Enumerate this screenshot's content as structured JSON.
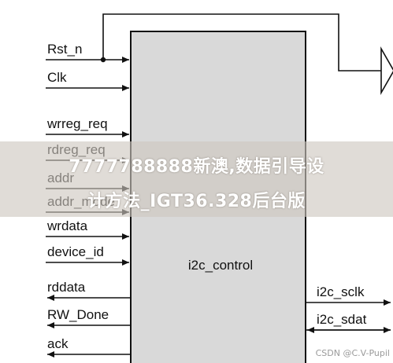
{
  "diagram": {
    "block": {
      "label": "i2c_control",
      "fill": "#d9d9d9"
    },
    "inputs": [
      {
        "id": "rst_n",
        "label": "Rst_n"
      },
      {
        "id": "clk",
        "label": "Clk"
      },
      {
        "id": "wrreg_req",
        "label": "wrreg_req"
      },
      {
        "id": "rdreg_req",
        "label": "rdreg_req"
      },
      {
        "id": "addr",
        "label": "addr"
      },
      {
        "id": "addr_mode",
        "label": "addr_mode"
      },
      {
        "id": "wrdata",
        "label": "wrdata"
      },
      {
        "id": "device_id",
        "label": "device_id"
      }
    ],
    "outputs_left": [
      {
        "id": "rddata",
        "label": "rddata"
      },
      {
        "id": "rw_done",
        "label": "RW_Done"
      },
      {
        "id": "ack",
        "label": "ack"
      }
    ],
    "outputs_right": [
      {
        "id": "i2c_sclk",
        "label": "i2c_sclk"
      },
      {
        "id": "i2c_sdat",
        "label": "i2c_sdat"
      }
    ],
    "line_color": "#111111"
  },
  "overlay": {
    "line1": "7777788888新澳,数据引导设",
    "line2": "计方法_IGT36.328后台版"
  },
  "watermark": "CSDN @C.V-Pupil"
}
